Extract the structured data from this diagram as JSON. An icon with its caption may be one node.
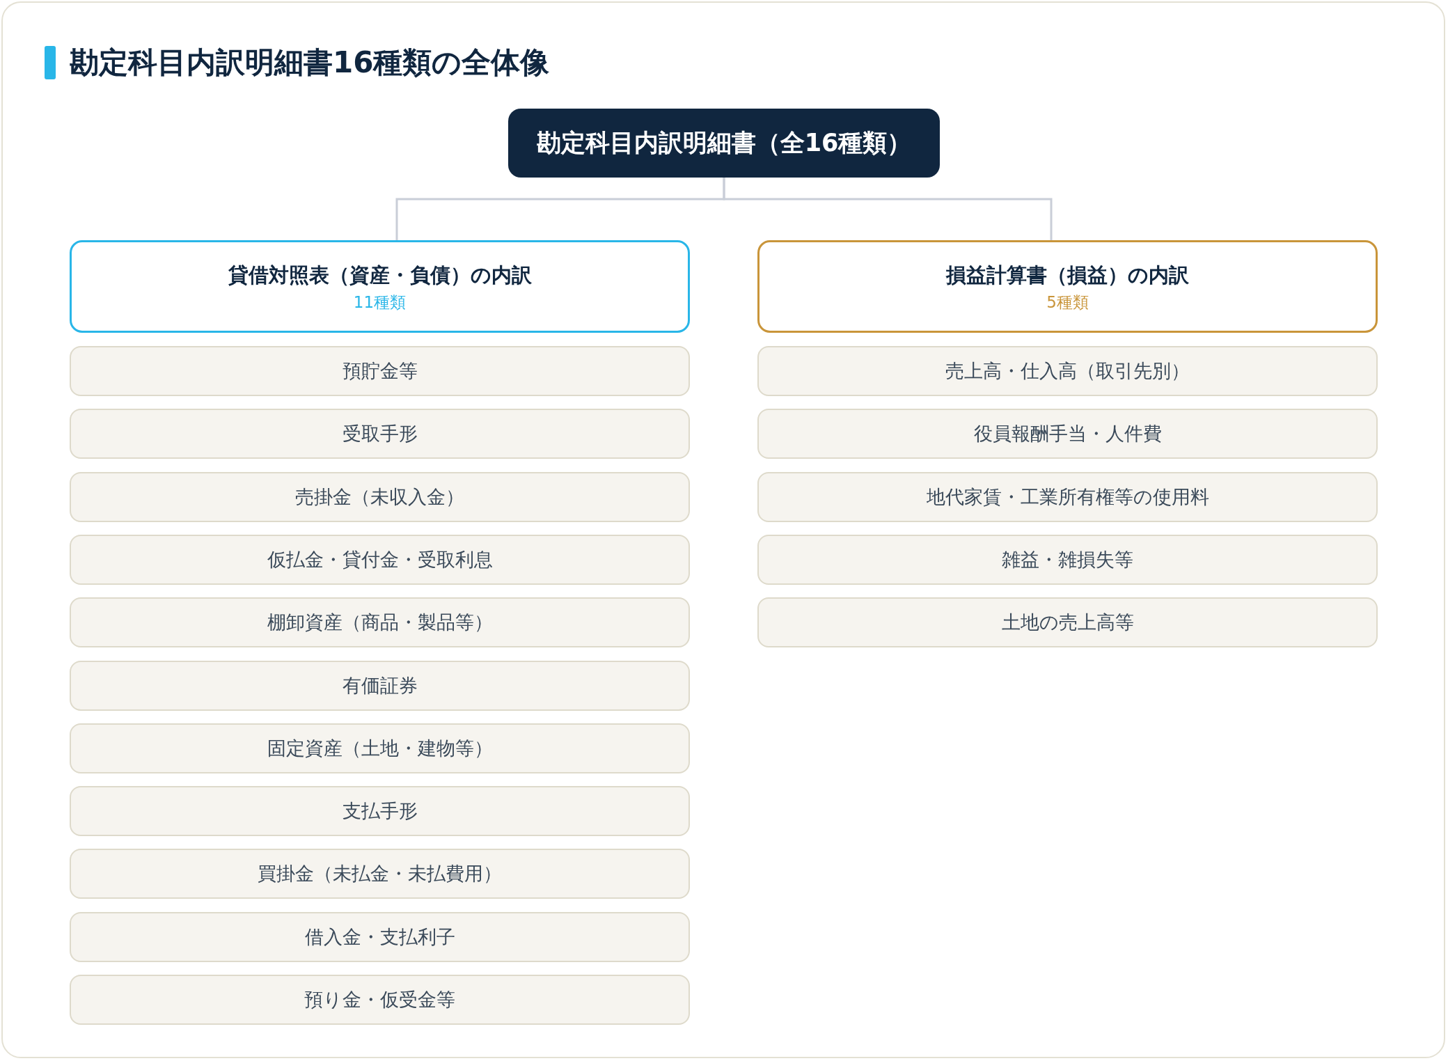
{
  "diagram": {
    "title": "勘定科目内訳明細書16種類の全体像",
    "nodes": [
      {
        "text": [
          "勘定科目内訳明細書（全16種類）"
        ]
      },
      {
        "text": [
          "貸借対照表（資産・負債）の内訳",
          "11種類"
        ]
      },
      {
        "text": [
          "預貯金等"
        ]
      },
      {
        "text": [
          "受取手形"
        ]
      },
      {
        "text": [
          "売掛金（未収入金）"
        ]
      },
      {
        "text": [
          "仮払金・貸付金・受取利息"
        ]
      },
      {
        "text": [
          "棚卸資産（商品・製品等）"
        ]
      },
      {
        "text": [
          "有価証券"
        ]
      },
      {
        "text": [
          "固定資産（土地・建物等）"
        ]
      },
      {
        "text": [
          "支払手形"
        ]
      },
      {
        "text": [
          "買掛金（未払金・未払費用）"
        ]
      },
      {
        "text": [
          "借入金・支払利子"
        ]
      },
      {
        "text": [
          "預り金・仮受金等"
        ]
      },
      {
        "text": [
          "損益計算書（損益）の内訳",
          "5種類"
        ]
      },
      {
        "text": [
          "売上高・仕入高（取引先別）"
        ]
      },
      {
        "text": [
          "役員報酬手当・人件費"
        ]
      },
      {
        "text": [
          "地代家賃・工業所有権等の使用料"
        ]
      },
      {
        "text": [
          "雑益・雑損失等"
        ]
      },
      {
        "text": [
          "土地の売上高等"
        ]
      }
    ],
    "edges": [
      {
        "from": 0,
        "to": 1,
        "arrow": "none"
      },
      {
        "from": 0,
        "to": 13,
        "arrow": "none"
      }
    ]
  }
}
